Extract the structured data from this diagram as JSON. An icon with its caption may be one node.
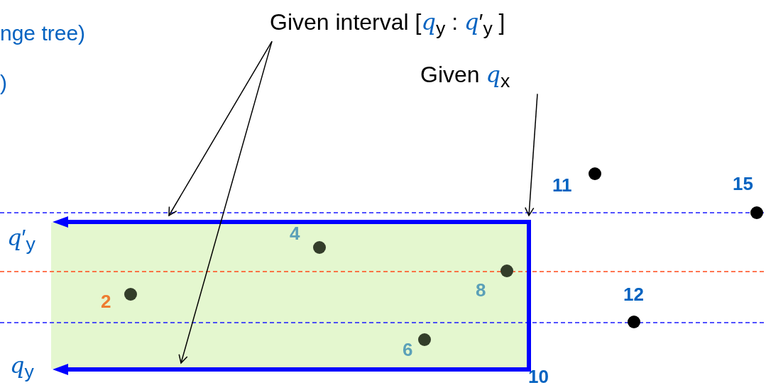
{
  "diagram": {
    "nodes": [
      {
        "text": [
          "Given interval [*q*$_{y}$ : *q*′$_{y}$ ]"
        ]
      },
      {
        "text": [
          "Given *q*$_{x}$"
        ]
      },
      {
        "text": [],
        "shape": "bar"
      },
      {
        "text": [],
        "shape": "bar"
      }
    ],
    "edges": [
      {
        "from": 0,
        "to": 2,
        "arrow": "to"
      },
      {
        "from": 0,
        "to": 3,
        "arrow": "to"
      },
      {
        "from": 1,
        "to": 2,
        "arrow": "to"
      }
    ],
    "labels": [
      "nge tree)",
      ")",
      "11",
      "15",
      "*q*′$_{y}$",
      "4",
      "8",
      "2",
      "12",
      "6",
      "*q*$_{y}$",
      "10"
    ]
  }
}
